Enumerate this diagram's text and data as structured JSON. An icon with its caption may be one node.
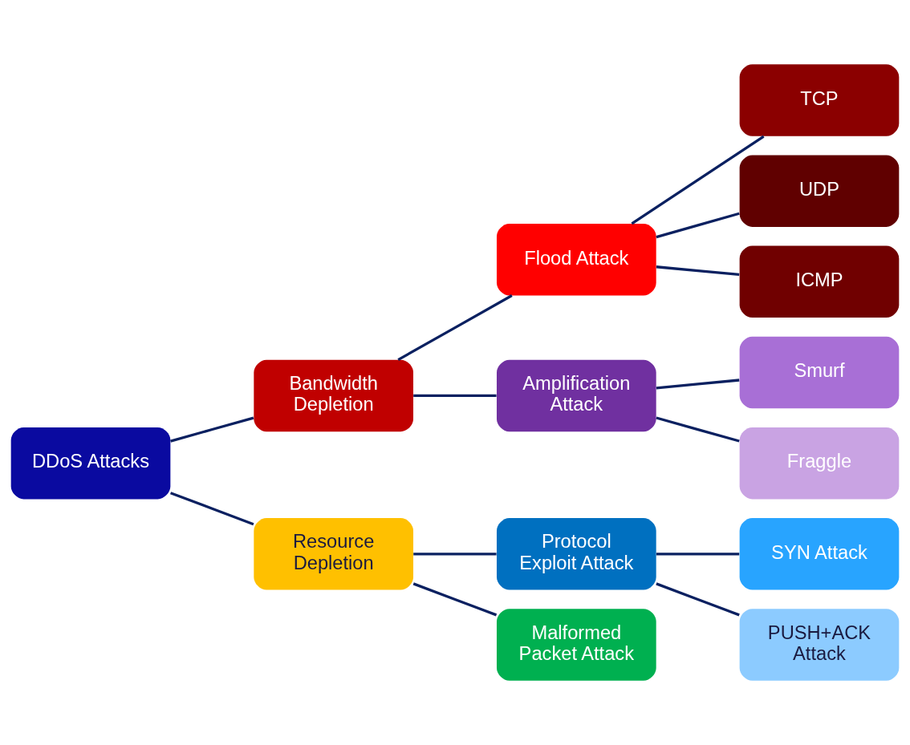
{
  "diagram": {
    "nodes": [
      {
        "text": [
          "DDoS Attacks"
        ]
      },
      {
        "text": [
          "Bandwidth Depletion"
        ]
      },
      {
        "text": [
          "Resource Depletion"
        ]
      },
      {
        "text": [
          "Flood Attack"
        ]
      },
      {
        "text": [
          "Amplification Attack"
        ]
      },
      {
        "text": [
          "Protocol Exploit Attack"
        ]
      },
      {
        "text": [
          "Malformed Packet Attack"
        ]
      },
      {
        "text": [
          "TCP"
        ]
      },
      {
        "text": [
          "UDP"
        ]
      },
      {
        "text": [
          "ICMP"
        ]
      },
      {
        "text": [
          "Smurf"
        ]
      },
      {
        "text": [
          "Fraggle"
        ]
      },
      {
        "text": [
          "SYN Attack"
        ]
      },
      {
        "text": [
          "PUSH+ACK Attack"
        ]
      }
    ],
    "edges": [
      {
        "from": 0,
        "to": 1,
        "arrow": "none"
      },
      {
        "from": 0,
        "to": 2,
        "arrow": "none"
      },
      {
        "from": 1,
        "to": 3,
        "arrow": "none"
      },
      {
        "from": 1,
        "to": 4,
        "arrow": "none"
      },
      {
        "from": 2,
        "to": 5,
        "arrow": "none"
      },
      {
        "from": 2,
        "to": 6,
        "arrow": "none"
      },
      {
        "from": 3,
        "to": 7,
        "arrow": "none"
      },
      {
        "from": 3,
        "to": 8,
        "arrow": "none"
      },
      {
        "from": 3,
        "to": 9,
        "arrow": "none"
      },
      {
        "from": 4,
        "to": 10,
        "arrow": "none"
      },
      {
        "from": 4,
        "to": 11,
        "arrow": "none"
      },
      {
        "from": 5,
        "to": 12,
        "arrow": "none"
      },
      {
        "from": 5,
        "to": 13,
        "arrow": "none"
      }
    ]
  }
}
